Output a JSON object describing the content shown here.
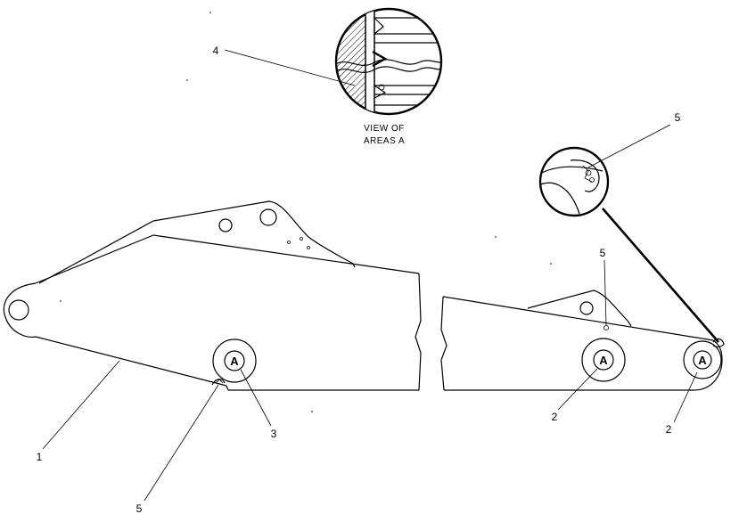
{
  "callouts": {
    "boom_body": "1",
    "pin_bore_right_mid": "2",
    "pin_bore_right_end": "2",
    "pin_bore_left": "3",
    "inset_seal": "4",
    "weld_lower_left": "5",
    "weld_right_top": "5",
    "weld_right_detail": "5"
  },
  "inset": {
    "caption_line1": "VIEW OF",
    "caption_line2": "AREAS A"
  },
  "holes": {
    "left": "A",
    "right_mid": "A",
    "right_end": "A"
  },
  "colors": {
    "ink": "#000000",
    "paper": "#ffffff"
  }
}
